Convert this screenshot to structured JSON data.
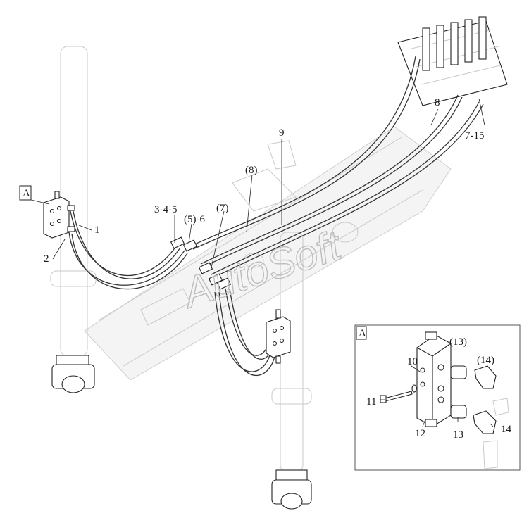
{
  "watermark": "AutoSoft",
  "detail_view": {
    "tag": "A"
  },
  "callouts": {
    "main_tag": "A",
    "c1": "1",
    "c2": "2",
    "c3": "3-4-5",
    "c5": "(5)-6",
    "c7": "(7)",
    "c8p": "(8)",
    "c9": "9",
    "c8": "8",
    "c715": "7-15",
    "c10": "10",
    "c11": "11",
    "c12": "12",
    "c13p": "(13)",
    "c13": "13",
    "c14p": "(14)",
    "c14": "14"
  }
}
